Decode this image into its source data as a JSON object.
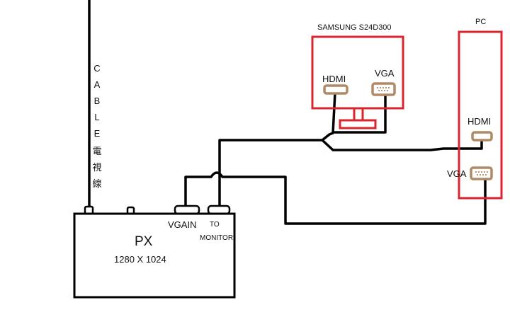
{
  "diagram": {
    "cable_label_chars": [
      "C",
      "A",
      "B",
      "L",
      "E",
      "電",
      "視",
      "線"
    ],
    "px_box": {
      "title": "PX",
      "resolution": "1280 X 1024",
      "port_vgain": "VGAIN",
      "port_to_monitor_line1": "TO",
      "port_to_monitor_line2": "MONITOR"
    },
    "monitor": {
      "title": "SAMSUNG S24D300",
      "port_hdmi": "HDMI",
      "port_vga": "VGA"
    },
    "pc": {
      "title": "PC",
      "port_hdmi": "HDMI",
      "port_vga": "VGA"
    },
    "colors": {
      "device_outline_red": "#d9262e",
      "port_outline": "#b08a66",
      "wire": "#000000"
    }
  }
}
